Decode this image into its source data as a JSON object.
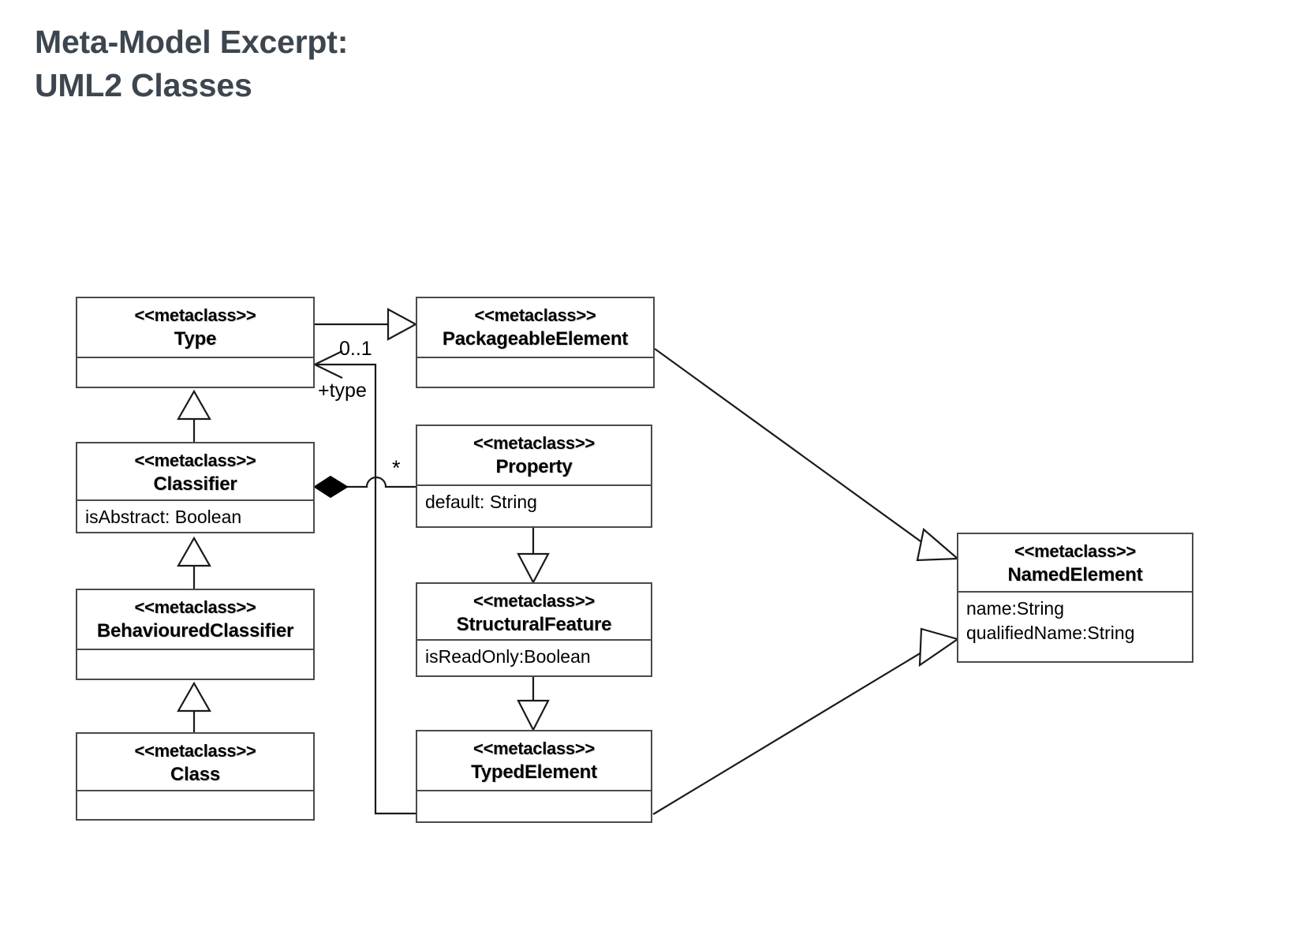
{
  "title": "Meta-Model Excerpt:\nUML2 Classes",
  "colors": {
    "title": "#3d464f",
    "box_border": "#4a4a4a",
    "line": "#1a1a1a",
    "background": "#ffffff",
    "composition_diamond": "#000000"
  },
  "stereotype": "<<metaclass>>",
  "classes": [
    {
      "id": "type",
      "stereotype": "<<metaclass>>",
      "name": "Type",
      "attributes": []
    },
    {
      "id": "packageable-element",
      "stereotype": "<<metaclass>>",
      "name": "PackageableElement",
      "attributes": []
    },
    {
      "id": "classifier",
      "stereotype": "<<metaclass>>",
      "name": "Classifier",
      "attributes": [
        "isAbstract: Boolean"
      ]
    },
    {
      "id": "property",
      "stereotype": "<<metaclass>>",
      "name": "Property",
      "attributes": [
        "default: String"
      ]
    },
    {
      "id": "behavioured-classifier",
      "stereotype": "<<metaclass>>",
      "name": "BehaviouredClassifier",
      "attributes": []
    },
    {
      "id": "structural-feature",
      "stereotype": "<<metaclass>>",
      "name": "StructuralFeature",
      "attributes": [
        "isReadOnly:Boolean"
      ]
    },
    {
      "id": "class",
      "stereotype": "<<metaclass>>",
      "name": "Class",
      "attributes": []
    },
    {
      "id": "typed-element",
      "stereotype": "<<metaclass>>",
      "name": "TypedElement",
      "attributes": []
    },
    {
      "id": "named-element",
      "stereotype": "<<metaclass>>",
      "name": "NamedElement",
      "attributes": [
        "name:String",
        "qualifiedName:String"
      ]
    }
  ],
  "edge_labels": {
    "type_multiplicity": "0..1",
    "type_role": "+type",
    "property_multiplicity": "*"
  },
  "relationships": [
    {
      "id": "type-to-packageableelement",
      "kind": "generalization",
      "from": "Type",
      "to": "PackageableElement"
    },
    {
      "id": "classifier-to-type",
      "kind": "generalization",
      "from": "Classifier",
      "to": "Type"
    },
    {
      "id": "behaviouredclassifier-to-classifier",
      "kind": "generalization",
      "from": "BehaviouredClassifier",
      "to": "Classifier"
    },
    {
      "id": "class-to-behaviouredclassifier",
      "kind": "generalization",
      "from": "Class",
      "to": "BehaviouredClassifier"
    },
    {
      "id": "property-to-structuralfeature",
      "kind": "generalization",
      "from": "Property",
      "to": "StructuralFeature"
    },
    {
      "id": "structuralfeature-to-typedelement",
      "kind": "generalization",
      "from": "StructuralFeature",
      "to": "TypedElement"
    },
    {
      "id": "packageableelement-to-namedelement",
      "kind": "generalization",
      "from": "PackageableElement",
      "to": "NamedElement"
    },
    {
      "id": "typedelement-to-namedelement",
      "kind": "generalization",
      "from": "TypedElement",
      "to": "NamedElement"
    },
    {
      "id": "classifier-owns-property",
      "kind": "composition",
      "from": "Classifier",
      "to": "Property",
      "target_multiplicity": "*"
    },
    {
      "id": "typedelement-type-association",
      "kind": "association",
      "from": "TypedElement",
      "to": "Type",
      "role": "+type",
      "multiplicity": "0..1"
    }
  ]
}
